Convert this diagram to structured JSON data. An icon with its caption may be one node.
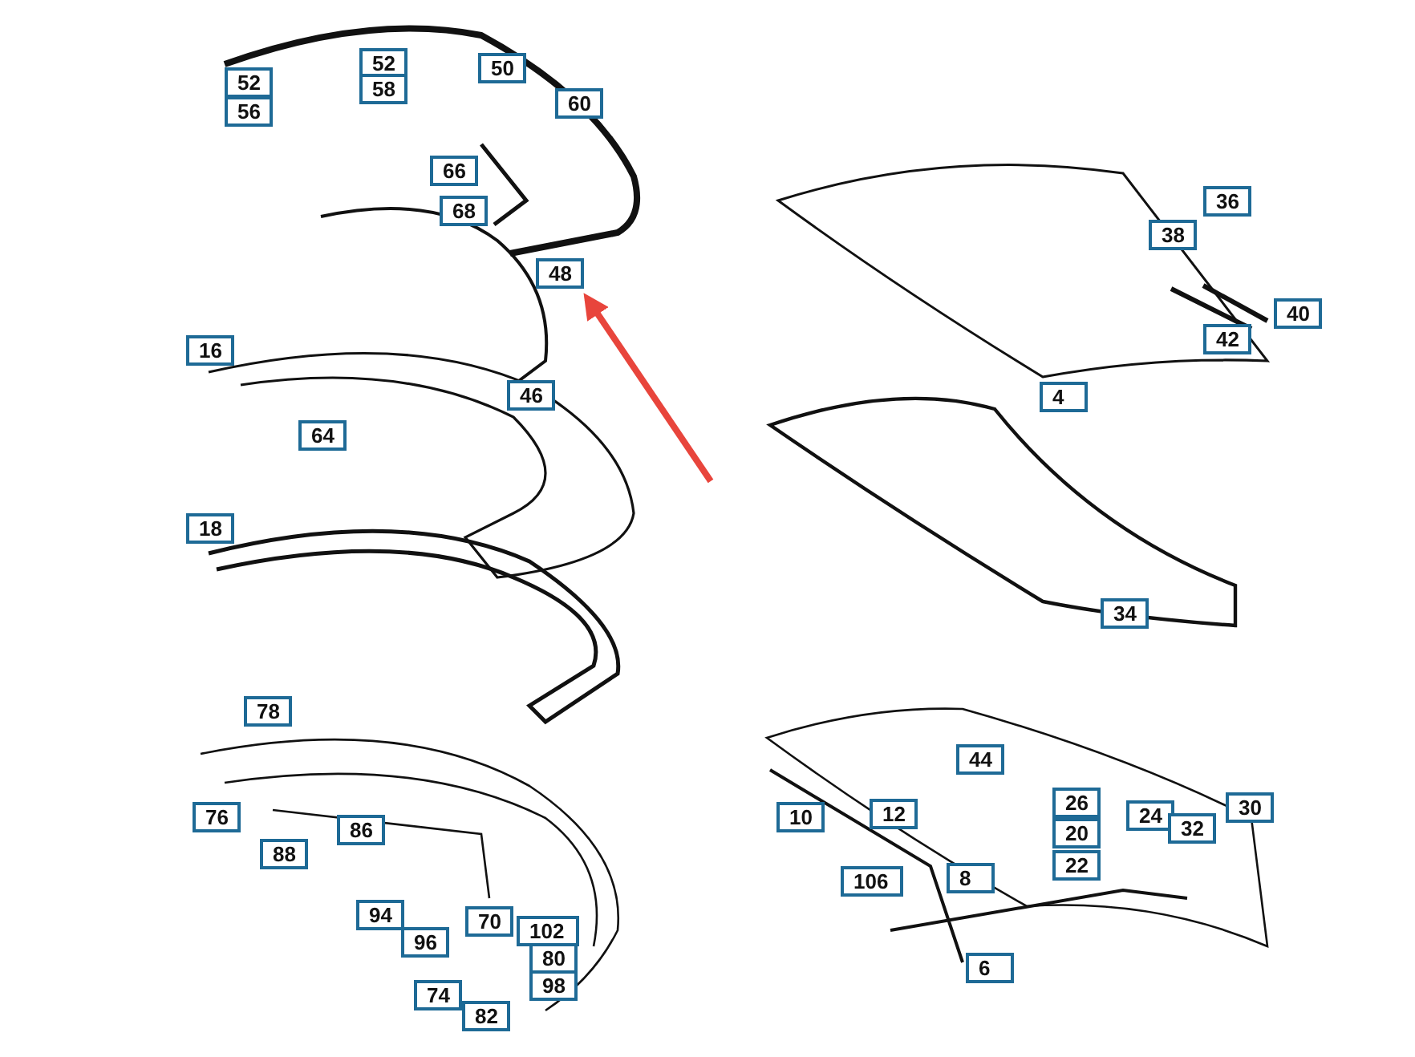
{
  "diagram": {
    "nodes": [
      {
        "text": [
          "52"
        ]
      },
      {
        "text": [
          "56"
        ]
      },
      {
        "text": [
          "52"
        ]
      },
      {
        "text": [
          "58"
        ]
      },
      {
        "text": [
          "50"
        ]
      },
      {
        "text": [
          "60"
        ]
      },
      {
        "text": [
          "66"
        ]
      },
      {
        "text": [
          "68"
        ]
      },
      {
        "text": [
          "48"
        ]
      },
      {
        "text": [
          "36"
        ]
      },
      {
        "text": [
          "38"
        ]
      },
      {
        "text": [
          "40"
        ]
      },
      {
        "text": [
          "16"
        ]
      },
      {
        "text": [
          "42"
        ]
      },
      {
        "text": [
          "46"
        ]
      },
      {
        "text": [
          "4"
        ]
      },
      {
        "text": [
          "64"
        ]
      },
      {
        "text": [
          "18"
        ]
      },
      {
        "text": [
          "34"
        ]
      },
      {
        "text": [
          "78"
        ]
      },
      {
        "text": [
          "44"
        ]
      },
      {
        "text": [
          "26"
        ]
      },
      {
        "text": [
          "24"
        ]
      },
      {
        "text": [
          "30"
        ]
      },
      {
        "text": [
          "76"
        ]
      },
      {
        "text": [
          "10"
        ]
      },
      {
        "text": [
          "12"
        ]
      },
      {
        "text": [
          "32"
        ]
      },
      {
        "text": [
          "86"
        ]
      },
      {
        "text": [
          "20"
        ]
      },
      {
        "text": [
          "88"
        ]
      },
      {
        "text": [
          "22"
        ]
      },
      {
        "text": [
          "106"
        ]
      },
      {
        "text": [
          "8"
        ]
      },
      {
        "text": [
          "94"
        ]
      },
      {
        "text": [
          "70"
        ]
      },
      {
        "text": [
          "102"
        ]
      },
      {
        "text": [
          "96"
        ]
      },
      {
        "text": [
          "80"
        ]
      },
      {
        "text": [
          "98"
        ]
      },
      {
        "text": [
          "74"
        ]
      },
      {
        "text": [
          "6"
        ]
      },
      {
        "text": [
          "82"
        ]
      }
    ],
    "edges": [
      {
        "from": null,
        "to": 8,
        "arrow": "to",
        "color": "#e8453c"
      }
    ]
  }
}
